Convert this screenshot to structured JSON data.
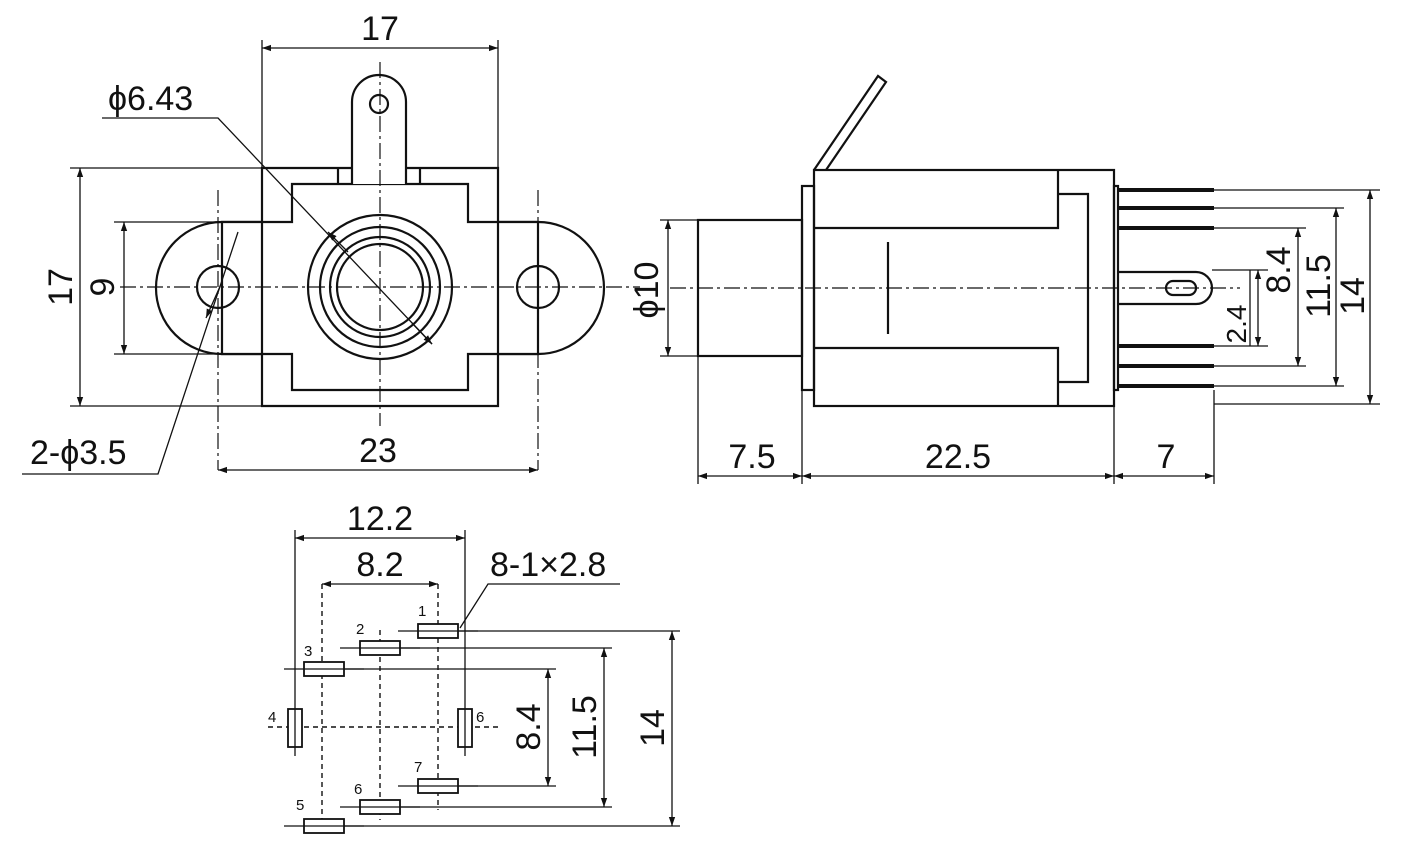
{
  "front_view": {
    "dim_top_width": "17",
    "dim_jack_diameter": "ϕ6.43",
    "dim_height": "17",
    "dim_inner_height": "9",
    "dim_mount_holes": "2-ϕ3.5",
    "dim_flange_width": "23"
  },
  "side_view": {
    "dim_barrel_diameter": "ϕ10",
    "dim_barrel_length": "7.5",
    "dim_body_length": "22.5",
    "dim_pin_length": "7",
    "dim_offset_24": "2.4",
    "dim_pitch_84": "8.4",
    "dim_pitch_115": "11.5",
    "dim_pitch_14": "14"
  },
  "pcb_layout": {
    "dim_outer_span": "12.2",
    "dim_inner_span": "8.2",
    "dim_pad_spec": "8-1×2.8",
    "dim_pitch_84": "8.4",
    "dim_pitch_115": "11.5",
    "dim_pitch_14": "14",
    "pin_labels": [
      "1",
      "2",
      "3",
      "4",
      "5",
      "6",
      "7",
      "6"
    ]
  }
}
